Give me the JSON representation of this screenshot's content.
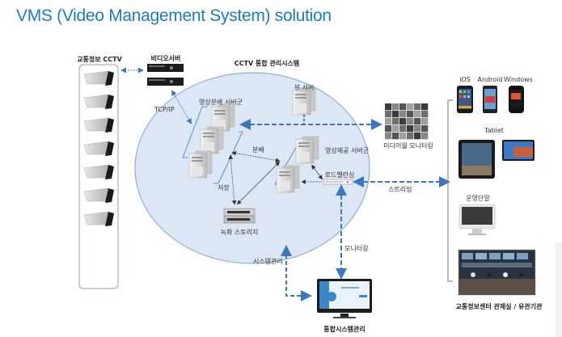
{
  "title": "VMS (Video Management System) solution",
  "colors": {
    "title": "#1a7cc0",
    "ellipse_fill": "#dbe7f5",
    "ellipse_stroke": "#8fb0d6",
    "dashed_arrow": "#3b78c0",
    "thin_link": "#5b8fd0",
    "dotted_arrow": "#555555"
  },
  "left": {
    "cctv_label": "교통정보 CCTV",
    "camera_count": 7,
    "video_server_label": "비디오서버",
    "tcpip_label": "TCP/IP"
  },
  "system": {
    "title": "CCTV 통합 관리시스템",
    "distribution_servers_label": "영상분배 서버군",
    "view_server_label": "뷰 서버",
    "provision_servers_label": "영상제공 서버군",
    "load_balancer_label": "로드밸런싱",
    "distribute_label": "분배",
    "store_label": "저장",
    "storage_label": "녹화 스토리지"
  },
  "right": {
    "media_wall_label": "미디어월 모니터링",
    "streaming_label": "스트리밍",
    "devices": [
      "iOS",
      "Android",
      "Windows"
    ],
    "tablet_label": "Tablet",
    "terminal_label": "운영단말",
    "control_room_label": "교통정보센터 관제실 /  유관기관"
  },
  "bottom": {
    "monitoring_label": "모니터링",
    "sys_mgmt_label": "시스템관리",
    "integrated_label": "통합시스템관리"
  }
}
